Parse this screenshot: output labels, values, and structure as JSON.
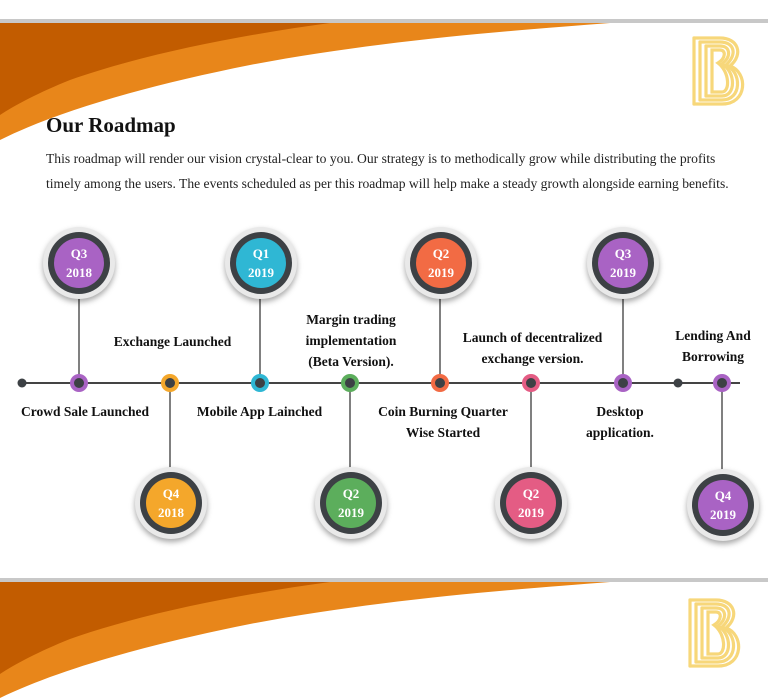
{
  "header": {
    "title": "Our Roadmap",
    "intro": "This roadmap will render our vision crystal-clear to you. Our strategy is to methodically grow while distributing the profits timely among the users. The events scheduled as per this roadmap will help make a steady growth alongside earning benefits."
  },
  "colors": {
    "accent_orange": "#e8861a",
    "dark_orange": "#c25c00",
    "logo_yellow": "#f7d77a",
    "node_ring": "#3d4145",
    "line": "#444444"
  },
  "milestones": [
    {
      "quarter": "Q3",
      "year": "2018",
      "label": "Crowd Sale Launched",
      "color": "#a963c4"
    },
    {
      "quarter": "Q4",
      "year": "2018",
      "label": "Exchange Launched",
      "color": "#f4a72b"
    },
    {
      "quarter": "Q1",
      "year": "2019",
      "label": "Mobile App Lainched",
      "color": "#2fb7d4"
    },
    {
      "quarter": "Q2",
      "year": "2019",
      "label": "Margin trading implementation (Beta Version).",
      "color": "#5cae5c"
    },
    {
      "quarter": "Q2",
      "year": "2019",
      "label": "Coin  Burning Quarter Wise Started",
      "color": "#f26b44"
    },
    {
      "quarter": "Q2",
      "year": "2019",
      "label": "Launch of decentralized exchange version.",
      "color": "#e45c84"
    },
    {
      "quarter": "Q3",
      "year": "2019",
      "label": "Desktop application.",
      "color": "#a963c4"
    },
    {
      "quarter": "Q4",
      "year": "2019",
      "label": "Lending And Borrowing",
      "color": "#a963c4"
    }
  ]
}
